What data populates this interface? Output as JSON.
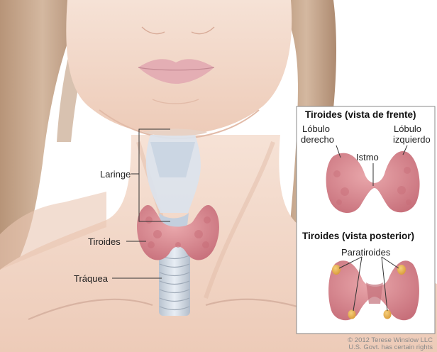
{
  "main_figure": {
    "labels": {
      "larynx": "Laringe",
      "thyroid": "Tiroides",
      "trachea": "Tráquea"
    }
  },
  "inset": {
    "front_view": {
      "title": "Tiroides (vista de frente)",
      "right_lobe_line1": "Lóbulo",
      "right_lobe_line2": "derecho",
      "left_lobe_line1": "Lóbulo",
      "left_lobe_line2": "izquierdo",
      "isthmus": "Istmo"
    },
    "back_view": {
      "title": "Tiroides (vista posterior)",
      "parathyroids": "Paratiroides"
    }
  },
  "credit": {
    "line1": "© 2012 Terese Winslow LLC",
    "line2": "U.S. Govt. has certain rights"
  },
  "colors": {
    "background": "#ffffff",
    "skin": "#f0d2c2",
    "hair": "#b9987d",
    "thyroid": "#d7828a",
    "parathyroid": "#e6b04f",
    "cartilage": "#d3dde9",
    "label_text": "#1e1e1e",
    "credit_text": "#8a8a8a"
  }
}
